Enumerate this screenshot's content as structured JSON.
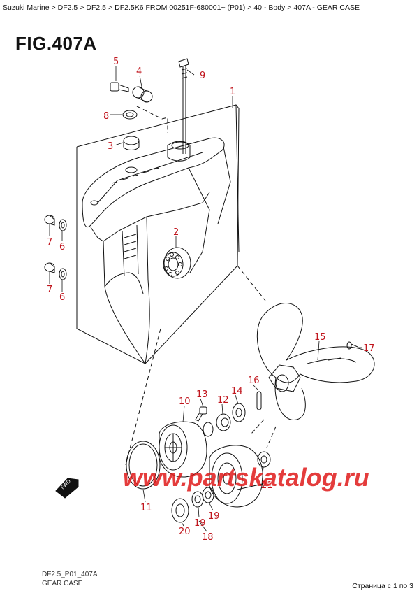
{
  "breadcrumb": [
    {
      "label": "Suzuki Marine"
    },
    {
      "label": "DF2.5"
    },
    {
      "label": "DF2.5"
    },
    {
      "label": "DF2.5K6 FROM 00251F-680001~ (P01)"
    },
    {
      "label": "40 - Body"
    },
    {
      "label": "407A - GEAR CASE"
    }
  ],
  "breadcrumb_separator": ">",
  "figure_title": "FIG.407A",
  "callouts": {
    "c1": "1",
    "c2": "2",
    "c3": "3",
    "c4": "4",
    "c5": "5",
    "c6a": "6",
    "c6b": "6",
    "c7a": "7",
    "c7b": "7",
    "c8": "8",
    "c9": "9",
    "c10": "10",
    "c11": "11",
    "c12": "12",
    "c13": "13",
    "c14": "14",
    "c15": "15",
    "c16": "16",
    "c17": "17",
    "c18": "18",
    "c19a": "19",
    "c19b": "19",
    "c20": "20",
    "c21": "21"
  },
  "fwd_label": "FWD",
  "watermark": "www.partskatalog.ru",
  "footer": {
    "code": "DF2.5_P01_407A",
    "name": "GEAR CASE"
  },
  "page_indicator": "Страница с 1 по 3",
  "colors": {
    "callout": "#c0141c",
    "watermark": "#e01b1b"
  }
}
